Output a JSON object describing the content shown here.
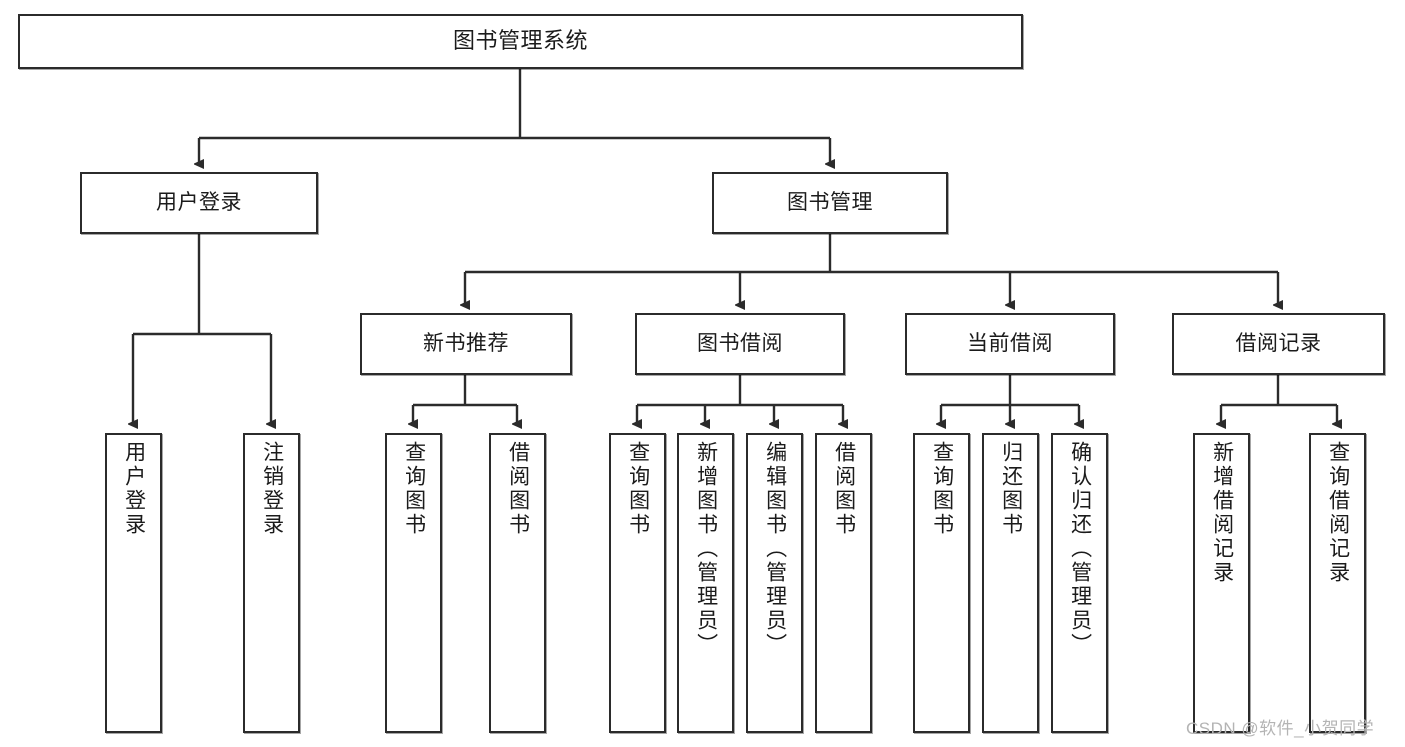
{
  "diagram": {
    "title": "图书管理系统",
    "type": "hierarchy-tree",
    "watermark": "CSDN @软件_小贺同学",
    "colors": {
      "border": "#2b2b2b",
      "box_fill": "#ffffff",
      "text": "#1b1b1b",
      "connector": "#2b2b2b",
      "watermark": "#b4b4b4"
    },
    "nodes": {
      "root": {
        "label": "图书管理系统"
      },
      "level1": [
        {
          "label": "用户登录"
        },
        {
          "label": "图书管理"
        }
      ],
      "level2": [
        {
          "label": "新书推荐"
        },
        {
          "label": "图书借阅"
        },
        {
          "label": "当前借阅"
        },
        {
          "label": "借阅记录"
        }
      ],
      "leaves_user_login": [
        {
          "label": "用户登录"
        },
        {
          "label": "注销登录"
        }
      ],
      "leaves_new_book": [
        {
          "label": "查询图书"
        },
        {
          "label": "借阅图书"
        }
      ],
      "leaves_borrow": [
        {
          "label": "查询图书"
        },
        {
          "label": "新增图书（管理员）"
        },
        {
          "label": "编辑图书（管理员）"
        },
        {
          "label": "借阅图书"
        }
      ],
      "leaves_current": [
        {
          "label": "查询图书"
        },
        {
          "label": "归还图书"
        },
        {
          "label": "确认归还（管理员）"
        }
      ],
      "leaves_record": [
        {
          "label": "新增借阅记录"
        },
        {
          "label": "查询借阅记录"
        }
      ]
    }
  }
}
